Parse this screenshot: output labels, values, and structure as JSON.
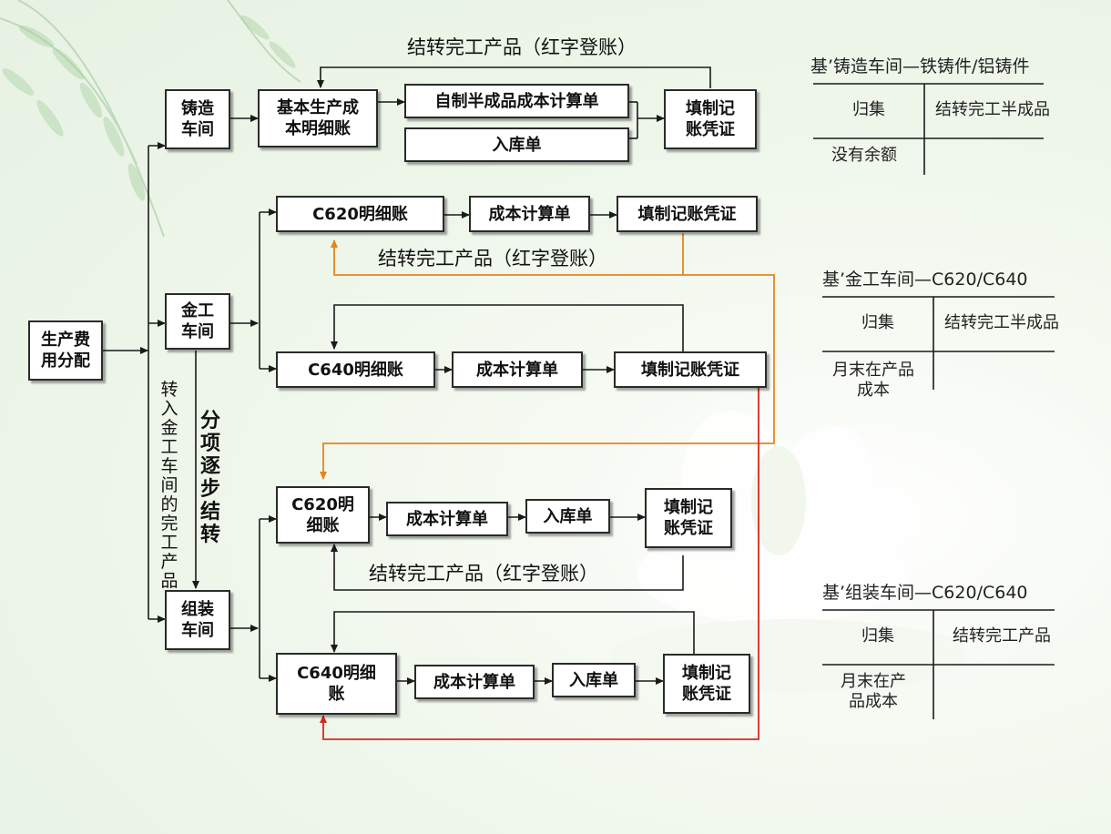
{
  "nodes": {
    "prod_alloc": "生产费\n用分配",
    "casting": "铸造\n车间",
    "metal": "金工\n车间",
    "assembly": "组装\n车间",
    "basic_ledger": "基本生产成\n本明细账",
    "semi_cost": "自制半成品成本计算单",
    "warehouse_receipt_1": "入库单",
    "voucher_1": "填制记\n账凭证",
    "c620_ledger_1": "C620明细账",
    "cost_calc_1": "成本计算单",
    "voucher_2": "填制记账凭证",
    "c640_ledger_1": "C640明细账",
    "cost_calc_2": "成本计算单",
    "voucher_3": "填制记账凭证",
    "c620_ledger_2": "C620明\n细账",
    "cost_calc_3": "成本计算单",
    "warehouse_receipt_2": "入库单",
    "voucher_4": "填制记\n账凭证",
    "c640_ledger_2": "C640明细\n账",
    "cost_calc_4": "成本计算单",
    "warehouse_receipt_3": "入库单",
    "voucher_5": "填制记\n账凭证"
  },
  "labels": {
    "transfer_1": "结转完工产品（红字登账）",
    "transfer_2": "结转完工产品（红字登账）",
    "transfer_3": "结转完工产品（红字登账）",
    "vertical_transfer": "转入金工车间的完工产品",
    "vertical_step": "分项逐步结转"
  },
  "t_accounts": [
    {
      "title": "基’铸造车间—铁铸件/铝铸件",
      "left_header": "归集",
      "right_header": "结转完工半成品",
      "left_body": "没有余额"
    },
    {
      "title": "基’金工车间—C620/C640",
      "left_header": "归集",
      "right_header": "结转完工半成品",
      "left_body": "月末在产品\n成本"
    },
    {
      "title": "基’组装车间—C620/C640",
      "left_header": "归集",
      "right_header": "结转完工产品",
      "left_body": "月末在产\n品成本"
    }
  ],
  "colors": {
    "line": "#1a1a1a",
    "orange_flow": "#e8841a",
    "red_flow": "#d42a1e"
  }
}
